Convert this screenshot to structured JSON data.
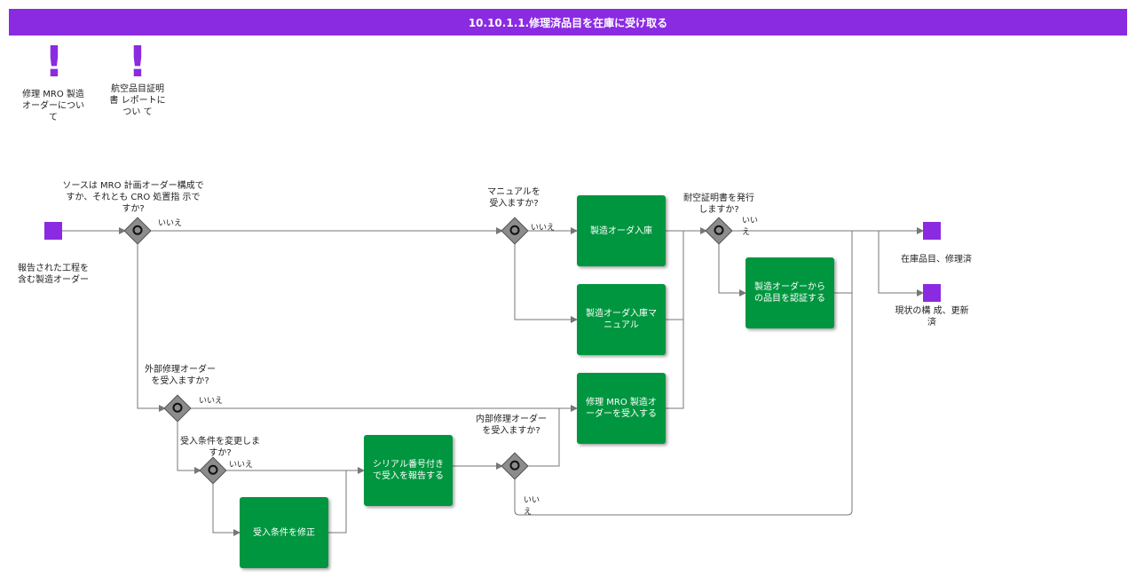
{
  "title": "10.10.1.1.修理済品目を在庫に受け取る",
  "notes": {
    "mro_repair": "修理 MRO 製造オーダーについて",
    "aviation_cert": "航空品目証明書 レポートについ て"
  },
  "events": {
    "start": "報告された工程を含む製造オーダー",
    "end_stock": "在庫品目、修理済",
    "end_config": "現状の構 成、更新済"
  },
  "gateways": {
    "source": "ソースは MRO 計画オーダー構成ですか、それとも CRO 処置指 示ですか?",
    "manual": "マニュアルを受入ますか?",
    "cert": "耐空証明書を発行しますか?",
    "external": "外部修理オーダーを受入ますか?",
    "conditions": "受入条件を変更しますか?",
    "internal": "内部修理オーダーを受入ますか?"
  },
  "flow_labels": {
    "no": "いいえ"
  },
  "tasks": {
    "prod_receipt": "製造オーダ入庫",
    "prod_receipt_manual": "製造オーダ入庫マニュアル",
    "mro_receive": "修理 MRO 製造オーダーを受入する",
    "certify": "製造オーダーからの品目を認証する",
    "report_serial": "シリアル番号付きで受入を報告する",
    "modify_conditions": "受入条件を修正"
  },
  "colors": {
    "header": "#8a2be2",
    "task": "#00963f",
    "event": "#8a2be2",
    "gateway": "#8c8c8c"
  }
}
